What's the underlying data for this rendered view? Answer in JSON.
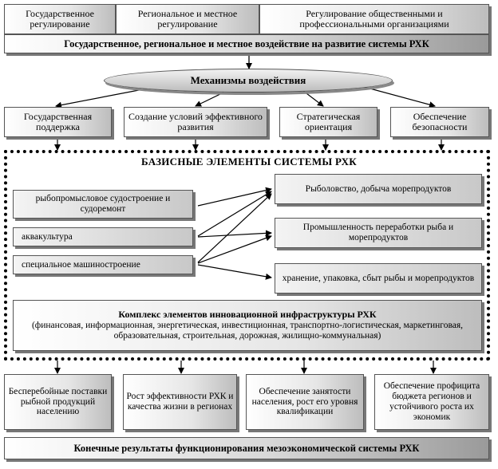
{
  "top_row": [
    "Государственное регулирование",
    "Региональное и местное регулирование",
    "Регулирование общественными и профессиональными организациями"
  ],
  "influence_bar": "Государственное, региональное и местное воздействие на  развитие системы РХК",
  "mechanisms": "Механизмы воздействия",
  "mechanism_items": [
    "Государственная поддержка",
    "Создание условий эффективного развития",
    "Стратегическая ориентация",
    "Обеспечение безопасности"
  ],
  "base_title": "БАЗИСНЫЕ ЭЛЕМЕНТЫ СИСТЕМЫ РХК",
  "left_elements": [
    "рыбопромысловое судостроение и судоремонт",
    "аквакультура",
    "специальное машиностроение"
  ],
  "right_elements": [
    "Рыболовство, добыча морепродуктов",
    "Промышленность переработки рыба и морепродуктов",
    "хранение, упаковка, сбыт рыбы и морепродуктов"
  ],
  "infra": {
    "title": "Комплекс элементов инновационной инфраструктуры РХК",
    "body": "(финансовая, информационная, энергетическая, инвестиционная, транспортно-логистическая, маркетинговая, образовательная, строительная, дорожная, жилищно-коммунальная)"
  },
  "results": [
    "Бесперебойные поставки рыбной продукций населению",
    "Рост эффективности РХК и качества жизни в регионах",
    "Обеспечение занятости населения, рост его уровня квалификации",
    "Обеспечение профицита бюджета регионов и устойчивого роста их экономик"
  ],
  "final_bar": "Конечные результаты функционирования мезоэкономической системы РХК"
}
